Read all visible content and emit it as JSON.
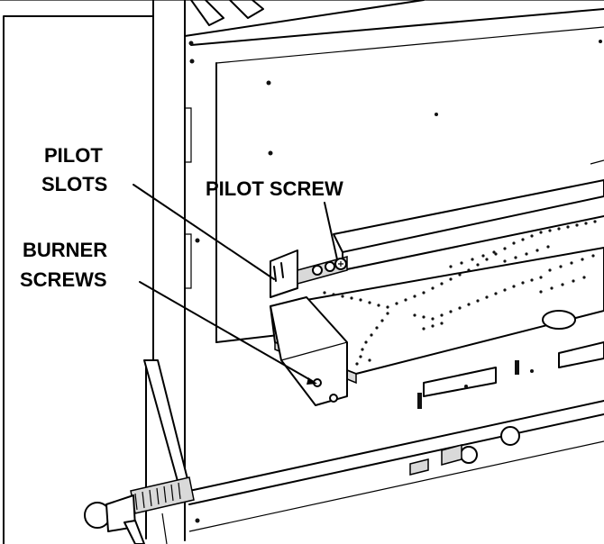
{
  "labels": {
    "pilot_slots_line1": "PILOT",
    "pilot_slots_line2": "SLOTS",
    "pilot_screw": "PILOT SCREW",
    "burner_screws_line1": "BURNER",
    "burner_screws_line2": "SCREWS"
  }
}
